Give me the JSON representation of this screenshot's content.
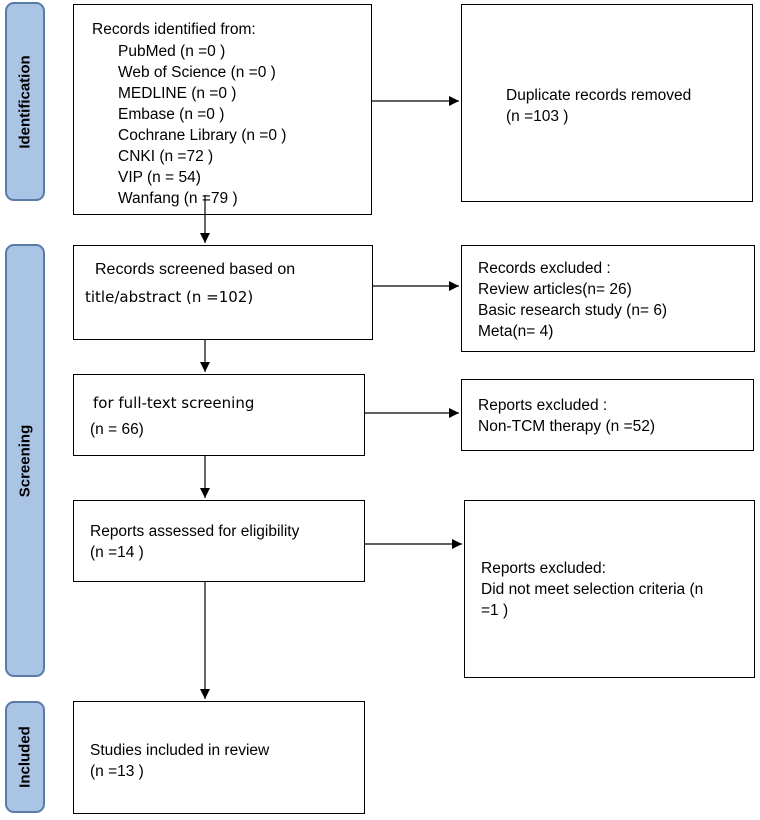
{
  "phases": {
    "identification": "Identification",
    "screening": "Screening",
    "included": "Included"
  },
  "identification": {
    "heading": "Records identified from:",
    "sources": [
      "PubMed (n =0 )",
      "Web of Science (n =0 )",
      "MEDLINE (n =0 )",
      "Embase (n =0 )",
      "Cochrane Library (n =0 )",
      "CNKI (n =72 )",
      "VIP (n = 54)",
      "Wanfang (n =79 )"
    ]
  },
  "duplicates": {
    "line1": "Duplicate records removed",
    "line2": "(n =103 )"
  },
  "screened": {
    "line1": "Records screened  based on",
    "line2": "title/abstract (n =102)"
  },
  "records_excluded": {
    "heading": "Records excluded :",
    "items": [
      "Review  articles(n= 26)",
      "Basic research study  (n= 6)",
      "Meta(n= 4)"
    ]
  },
  "fulltext": {
    "line1": "for full-text screening",
    "line2": "(n = 66)"
  },
  "reports_excluded_1": {
    "heading": "Reports excluded :",
    "item": "Non-TCM therapy  (n =52)"
  },
  "eligibility": {
    "line1": "Reports assessed for eligibility",
    "line2": "(n =14 )"
  },
  "reports_excluded_2": {
    "line1": "Reports excluded:",
    "line2": "Did not meet selection criteria (n",
    "line3": "=1 )"
  },
  "included": {
    "line1": "Studies included in review",
    "line2": "(n =13 )"
  }
}
